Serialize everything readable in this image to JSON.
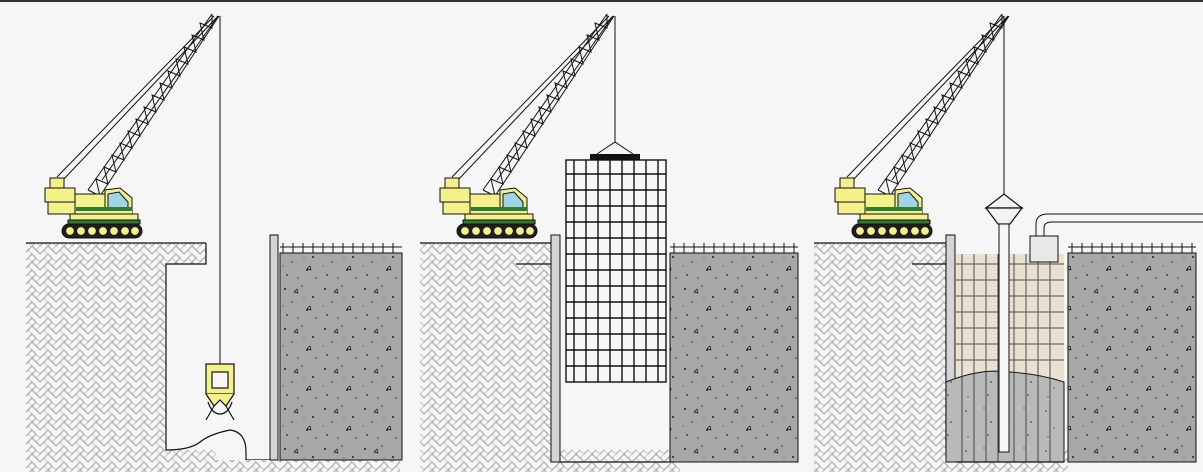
{
  "diagram": {
    "description_free": true,
    "panels": [
      {
        "id": "excavation",
        "elements": [
          "crane",
          "grab-bucket",
          "trench",
          "concrete-wall"
        ]
      },
      {
        "id": "cage-insertion",
        "elements": [
          "crane",
          "rebar-cage",
          "trench",
          "concrete-wall"
        ]
      },
      {
        "id": "concreting",
        "elements": [
          "crane",
          "tremie-hopper",
          "tremie-pipe",
          "concrete-pump-line",
          "concrete-fill",
          "concrete-wall"
        ]
      }
    ],
    "colors": {
      "background": "#f6f6f6",
      "crane_body": "#f4f08a",
      "crane_stripe": "#2e7d32",
      "cab_window": "#9fd4e6",
      "concrete": "#a9a9a9",
      "fresh_concrete": "#b9b9b9",
      "cage_tint": "#e9e2d3",
      "line": "#111111"
    }
  }
}
